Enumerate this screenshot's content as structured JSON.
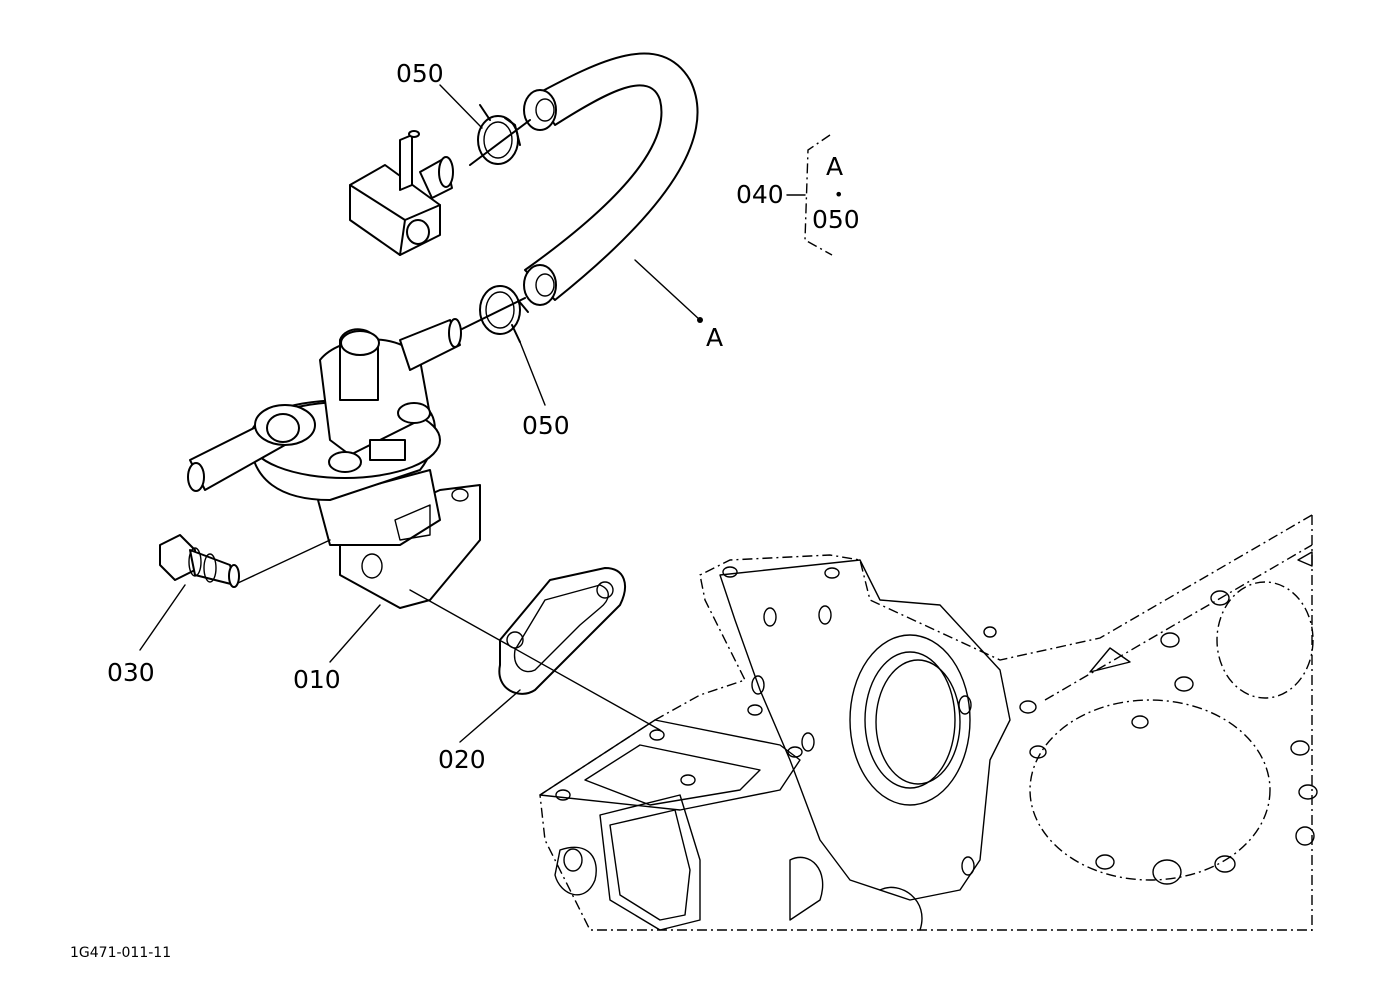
{
  "labels": {
    "fuel_pump": "010",
    "gasket": "020",
    "joint_bolt": "030",
    "hose_set": "040",
    "clamp_upper": "050",
    "clamp_lower": "050",
    "ref_point": "A"
  },
  "legend": {
    "part": "A",
    "bullet": "•",
    "clamp": "050"
  },
  "doc_id": "1G471-011-11"
}
